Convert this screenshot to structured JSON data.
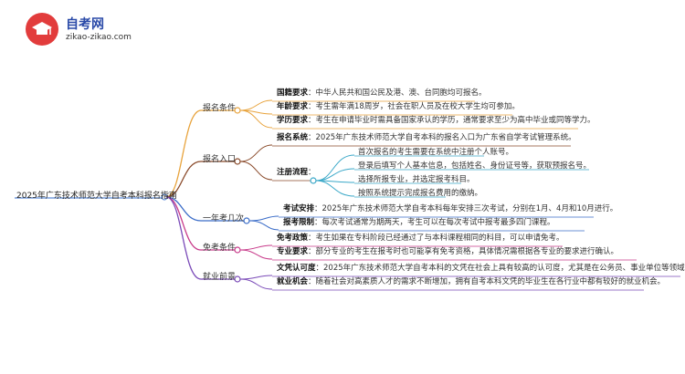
{
  "logo": {
    "title": "自考网",
    "subtitle": "zikao-zikao.com",
    "badge_color": "#e23c3c",
    "title_color": "#2a4aa8"
  },
  "root": "2025年广东技术师范大学自考本科报名指南",
  "branches": [
    {
      "label": "报名条件",
      "color": "#e8a33c",
      "items": [
        {
          "key": "国籍要求",
          "text": "：中华人民共和国公民及港、澳、台同胞均可报名。"
        },
        {
          "key": "年龄要求",
          "text": "：考生需年满18周岁，社会在职人员及在校大学生均可参加。"
        },
        {
          "key": "学历要求",
          "text": "：考生在申请毕业时需具备国家承认的学历，通常要求至少为高中毕业或同等学力。"
        }
      ]
    },
    {
      "label": "报名入口",
      "color": "#8a4a2a",
      "items": [
        {
          "key": "报名系统",
          "text": "：2025年广东技术师范大学自考本科的报名入口为广东省自学考试管理系统。"
        },
        {
          "key": "注册流程",
          "text": "：",
          "subcolor": "#3aa8c8",
          "sub": [
            "首次报名的考生需要在系统中注册个人账号。",
            "登录后填写个人基本信息，包括姓名、身份证号等，获取预报名号。",
            "选择所报专业，并选定报考科目。",
            "按照系统提示完成报名费用的缴纳。"
          ]
        }
      ]
    },
    {
      "label": "一年考几次",
      "color": "#3a6cc8",
      "items": [
        {
          "key": "考试安排",
          "text": "：2025年广东技术师范大学自考本科每年安排三次考试，分别在1月、4月和10月进行。"
        },
        {
          "key": "报考限制",
          "text": "：每次考试通常为期两天，考生可以在每次考试中报考最多四门课程。"
        }
      ]
    },
    {
      "label": "免考条件",
      "color": "#c83a8a",
      "items": [
        {
          "key": "免考政策",
          "text": "：考生如果在专科阶段已经通过了与本科课程相同的科目，可以申请免考。"
        },
        {
          "key": "专业要求",
          "text": "：部分专业的考生在报考时也可能享有免考资格，具体情况需根据各专业的要求进行确认。"
        }
      ]
    },
    {
      "label": "就业前景",
      "color": "#7a4ab8",
      "items": [
        {
          "key": "文凭认可度",
          "text": "：2025年广东技术师范大学自考本科的文凭在社会上具有较高的认可度，尤其是在公务员、事业单位等领域。"
        },
        {
          "key": "就业机会",
          "text": "：随着社会对高素质人才的需求不断增加，拥有自考本科文凭的毕业生在各行业中都有较好的就业机会。"
        }
      ]
    }
  ]
}
